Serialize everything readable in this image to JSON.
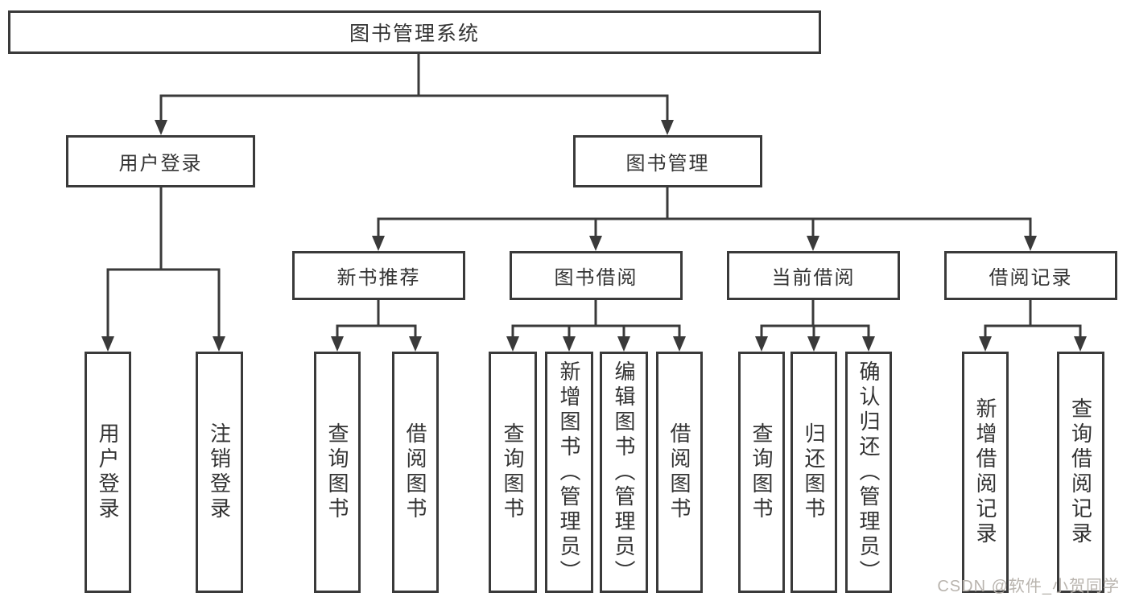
{
  "diagram": {
    "tree": {
      "root": {
        "label": "图书管理系统"
      },
      "branches": [
        {
          "label": "用户登录",
          "children": [
            {
              "label": "用户登录"
            },
            {
              "label": "注销登录"
            }
          ]
        },
        {
          "label": "图书管理",
          "sections": [
            {
              "label": "新书推荐",
              "children": [
                {
                  "label": "查询图书"
                },
                {
                  "label": "借阅图书"
                }
              ]
            },
            {
              "label": "图书借阅",
              "children": [
                {
                  "label": "查询图书"
                },
                {
                  "label": "新增图书（管理员）"
                },
                {
                  "label": "编辑图书（管理员）"
                },
                {
                  "label": "借阅图书"
                }
              ]
            },
            {
              "label": "当前借阅",
              "children": [
                {
                  "label": "查询图书"
                },
                {
                  "label": "归还图书"
                },
                {
                  "label": "确认归还（管理员）"
                }
              ]
            },
            {
              "label": "借阅记录",
              "children": [
                {
                  "label": "新增借阅记录"
                },
                {
                  "label": "查询借阅记录"
                }
              ]
            }
          ]
        }
      ]
    },
    "watermark": {
      "text": "CSDN @软件_小贺同学",
      "color": "#b9b4ae"
    },
    "colors": {
      "line": "#3a3a3a",
      "text": "#333333",
      "background": "#ffffff"
    }
  }
}
